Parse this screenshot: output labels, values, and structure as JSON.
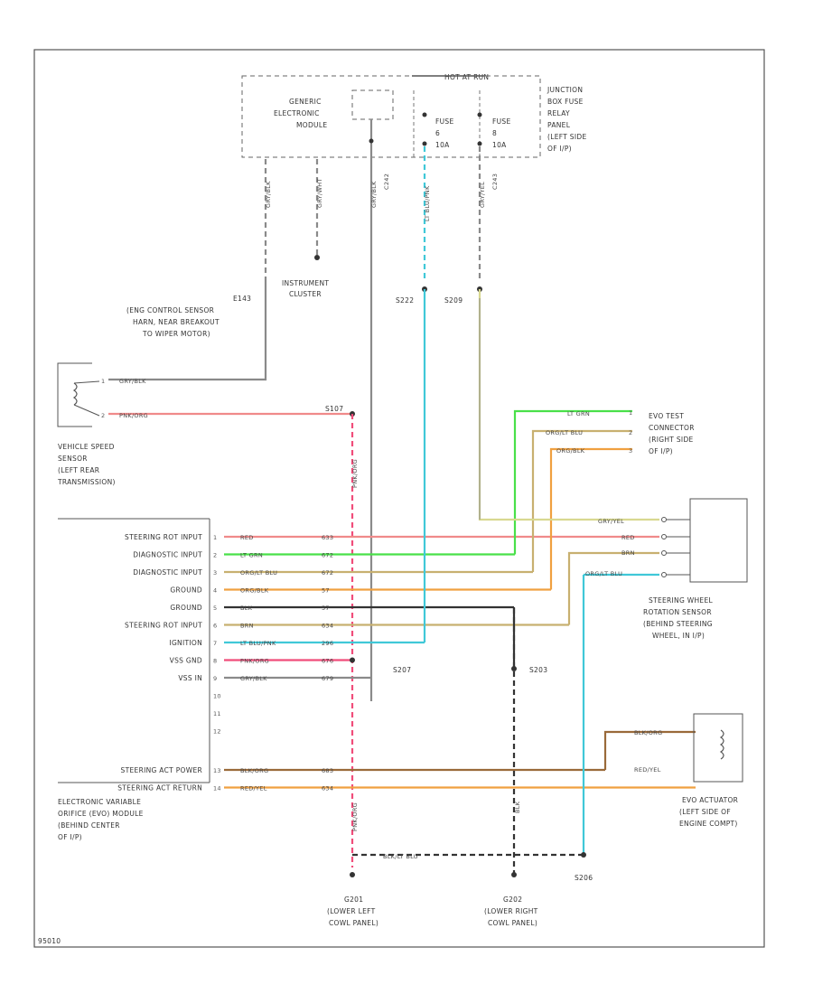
{
  "colors": {
    "gray": "#8a8a8a",
    "gray_dark": "#555555",
    "black": "#333333",
    "red": "#f08a8a",
    "pink": "#f04d7a",
    "green": "#49e049",
    "lt_blue": "#40c8d8",
    "orange": "#f0a040",
    "tan": "#c8b070",
    "brown": "#9a6a3a",
    "yellow": "#d8d890"
  },
  "top": {
    "hot_label": "HOT AT RUN",
    "gem_label": [
      "GENERIC",
      "ELECTRONIC",
      "MODULE"
    ],
    "fuse1": [
      "FUSE",
      "6",
      "10A"
    ],
    "fuse2": [
      "FUSE",
      "8",
      "10A"
    ],
    "jb_label": [
      "JUNCTION",
      "BOX FUSE",
      "RELAY",
      "PANEL",
      "(LEFT SIDE",
      "OF I/P)"
    ],
    "wire_gry_blk": "GRY/BLK",
    "wire_gry_wht": "GRY/WHT",
    "wire_gry_blk2": "GRY/BLK",
    "wire_lt_blu_pnk": "LT BLU/PNK",
    "wire_gry_yel": "GRY/YEL",
    "c242": "C242",
    "c243": "C243",
    "instrument_cluster": [
      "INSTRUMENT",
      "CLUSTER"
    ],
    "s222": "S222",
    "s209": "S209"
  },
  "left": {
    "e143": [
      "E143",
      "(ENG CONTROL SENSOR",
      "HARN, NEAR BREAKOUT",
      "TO WIPER MOTOR)"
    ],
    "vss_wire1": "GRY/BLK",
    "vss_wire2": "PNK/ORG",
    "vss_label": [
      "VEHICLE SPEED",
      "SENSOR",
      "(LEFT REAR",
      "TRANSMISSION)"
    ],
    "s107": "S107",
    "pnk_org_v": "PNK/ORG"
  },
  "evo_module": {
    "label": [
      "ELECTRONIC VARIABLE",
      "ORIFICE (EVO) MODULE",
      "(BEHIND CENTER",
      "OF I/P)"
    ],
    "rows": [
      {
        "name": "STEERING ROT INPUT",
        "pin": "1",
        "wire": "RED",
        "circuit": "633"
      },
      {
        "name": "DIAGNOSTIC INPUT",
        "pin": "2",
        "wire": "LT GRN",
        "circuit": "672"
      },
      {
        "name": "DIAGNOSTIC INPUT",
        "pin": "3",
        "wire": "ORG/LT BLU",
        "circuit": "672"
      },
      {
        "name": "GROUND",
        "pin": "4",
        "wire": "ORG/BLK",
        "circuit": "57"
      },
      {
        "name": "GROUND",
        "pin": "5",
        "wire": "BLK",
        "circuit": "57"
      },
      {
        "name": "STEERING ROT INPUT",
        "pin": "6",
        "wire": "BRN",
        "circuit": "634"
      },
      {
        "name": "IGNITION",
        "pin": "7",
        "wire": "LT BLU/PNK",
        "circuit": "296"
      },
      {
        "name": "VSS GND",
        "pin": "8",
        "wire": "PNK/ORG",
        "circuit": "676"
      },
      {
        "name": "VSS IN",
        "pin": "9",
        "wire": "GRY/BLK",
        "circuit": "679"
      },
      {
        "name": "",
        "pin": "10",
        "wire": "",
        "circuit": ""
      },
      {
        "name": "",
        "pin": "11",
        "wire": "",
        "circuit": ""
      },
      {
        "name": "",
        "pin": "12",
        "wire": "",
        "circuit": ""
      },
      {
        "name": "STEERING ACT POWER",
        "pin": "13",
        "wire": "BLK/ORG",
        "circuit": "683"
      },
      {
        "name": "STEERING ACT RETURN",
        "pin": "14",
        "wire": "RED/YEL",
        "circuit": "634"
      }
    ],
    "s207": "S207",
    "s203": "S203"
  },
  "right": {
    "evo_test": [
      "EVO TEST",
      "CONNECTOR",
      "(RIGHT SIDE",
      "OF I/P)"
    ],
    "test_wires": [
      "LT GRN",
      "ORG/LT BLU",
      "ORG/BLK"
    ],
    "test_pins": [
      "1",
      "2",
      "3"
    ],
    "swrs_wires": [
      "GRY/YEL",
      "RED",
      "BRN",
      "ORG/LT BLU"
    ],
    "swrs_label": [
      "STEERING WHEEL",
      "ROTATION SENSOR",
      "(BEHIND STEERING",
      "WHEEL, IN I/P)"
    ],
    "act_wires": [
      "BLK/ORG",
      "RED/YEL"
    ],
    "act_label": [
      "EVO ACTUATOR",
      "(LEFT SIDE OF",
      "ENGINE COMPT)"
    ]
  },
  "bottom": {
    "pnk_org_v": "PNK/ORG",
    "blk_v": "BLK",
    "blk_pnk": "BLK/LT BLU",
    "s206": "S206",
    "g201": [
      "G201",
      "(LOWER LEFT",
      "COWL PANEL)"
    ],
    "g202": [
      "G202",
      "(LOWER RIGHT",
      "COWL PANEL)"
    ],
    "fig_id": "95010"
  }
}
